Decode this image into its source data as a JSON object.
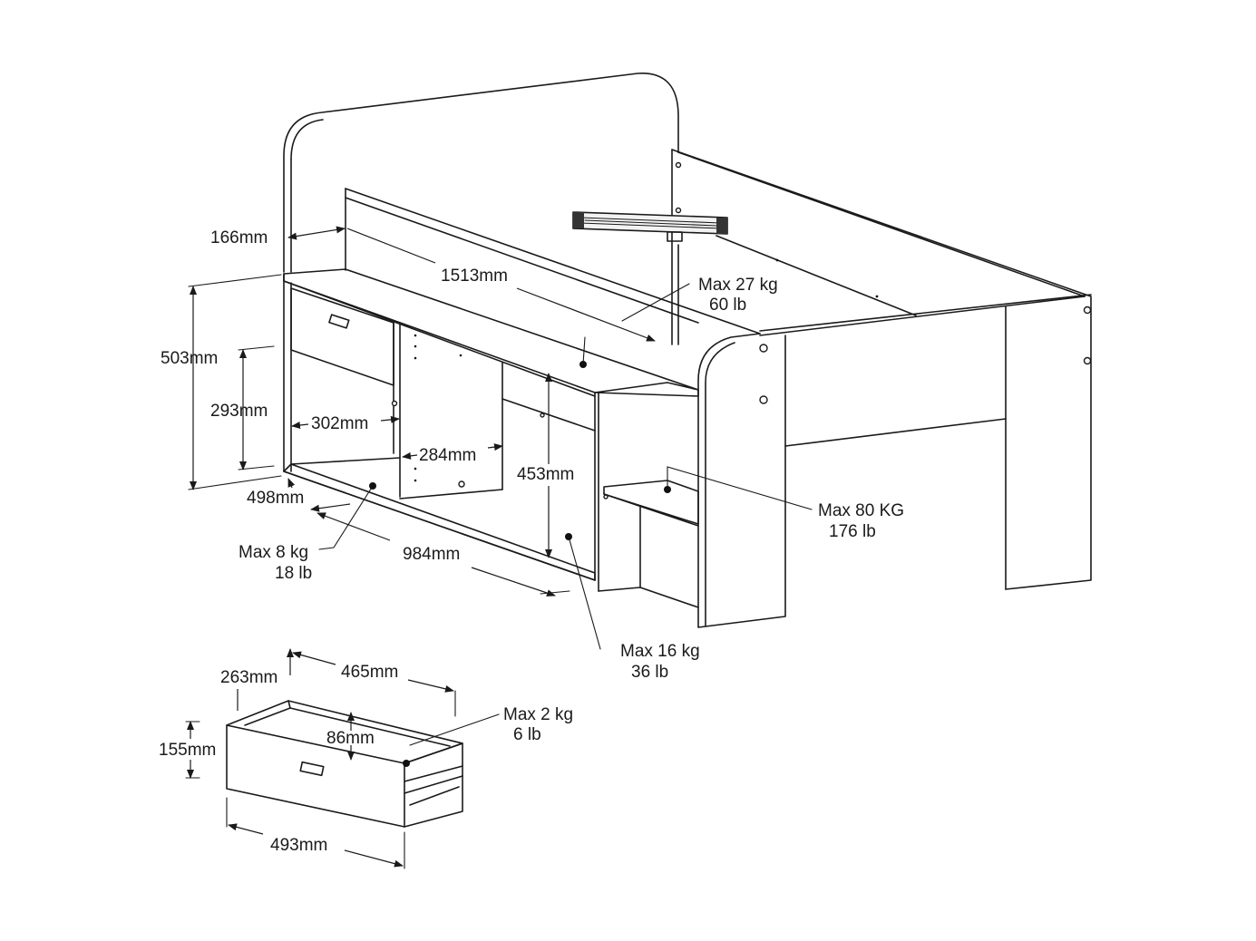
{
  "dimensions": {
    "headboard_depth": "166mm",
    "desk_length": "1513mm",
    "total_height": "503mm",
    "drawer_bay_height": "293mm",
    "drawer_bay_width": "302mm",
    "shelf_depth_middle": "284mm",
    "shelf_height": "453mm",
    "base_depth": "498mm",
    "base_length": "984mm"
  },
  "loads": {
    "desk_top": {
      "metric": "Max 27 kg",
      "imperial": "60 lb"
    },
    "bed": {
      "metric": "Max 80 KG",
      "imperial": "176 lb"
    },
    "bottom_shelf": {
      "metric": "Max 8 kg",
      "imperial": "18 lb"
    },
    "middle_shelf": {
      "metric": "Max 16 kg",
      "imperial": "36 lb"
    },
    "drawer": {
      "metric": "Max 2 kg",
      "imperial": "6 lb"
    }
  },
  "drawer": {
    "depth": "263mm",
    "inner_width": "465mm",
    "inner_height": "86mm",
    "height": "155mm",
    "width": "493mm"
  }
}
